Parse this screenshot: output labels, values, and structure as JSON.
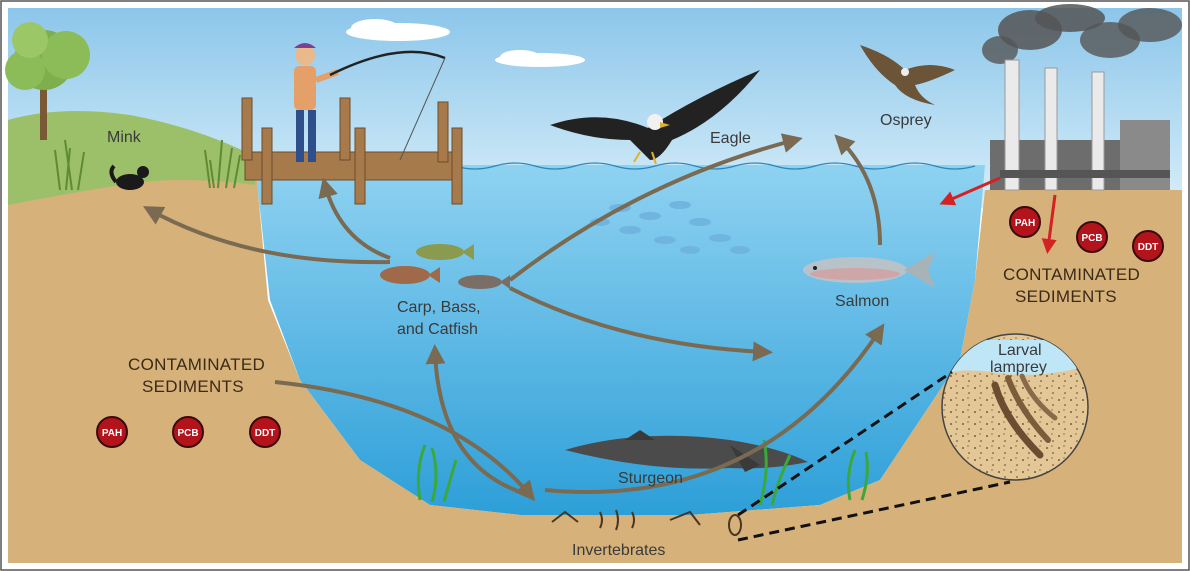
{
  "labels": {
    "mink": "Mink",
    "eagle": "Eagle",
    "osprey": "Osprey",
    "carp_line1": "Carp, Bass,",
    "carp_line2": "and Catfish",
    "salmon": "Salmon",
    "sturgeon": "Sturgeon",
    "invertebrates": "Invertebrates",
    "larval_line1": "Larval",
    "larval_line2": "lamprey",
    "sediments_left_line1": "CONTAMINATED",
    "sediments_left_line2": "SEDIMENTS",
    "sediments_right_line1": "CONTAMINATED",
    "sediments_right_line2": "SEDIMENTS"
  },
  "contaminants_left": [
    "PAH",
    "PCB",
    "DDT"
  ],
  "contaminants_right": [
    "PAH",
    "PCB",
    "DDT"
  ],
  "colors": {
    "sky": "#bfe0f2",
    "water": "#4fb6e6",
    "sediment": "#d8b57e",
    "arrow": "#7a6a52",
    "badge": "#b3141c",
    "grass": "#6c9a3c"
  }
}
